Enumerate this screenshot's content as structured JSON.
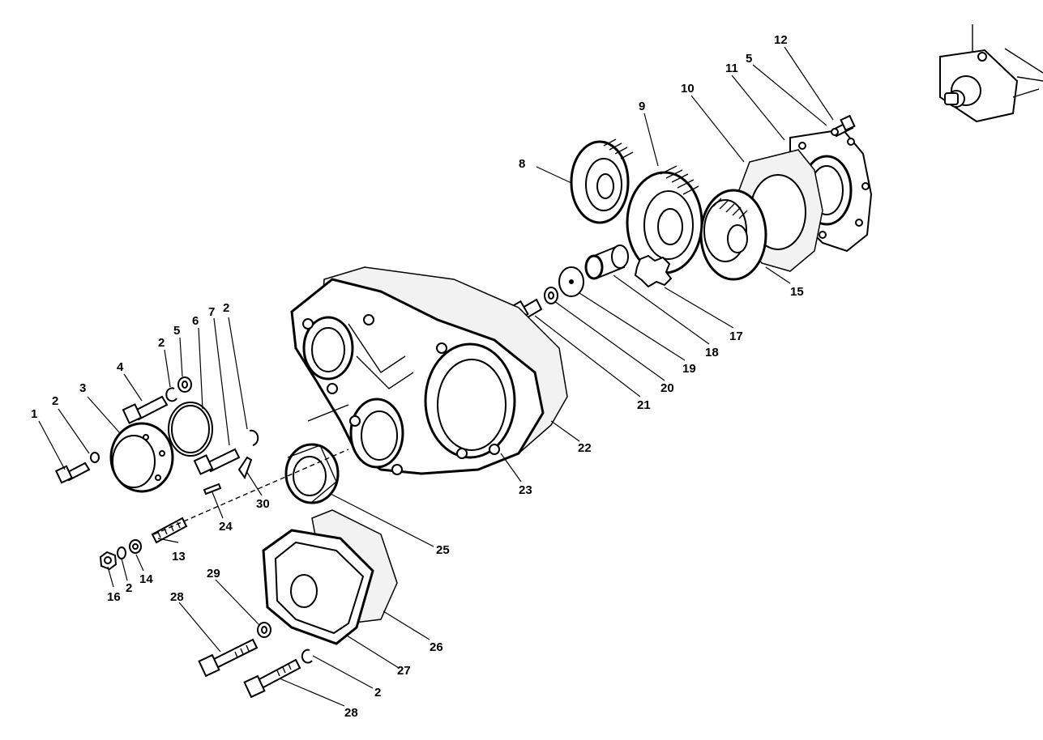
{
  "diagram": {
    "labels": [
      "1",
      "2",
      "3",
      "4",
      "2",
      "5",
      "6",
      "7",
      "2",
      "8",
      "9",
      "10",
      "11",
      "5",
      "12",
      "13",
      "14",
      "2",
      "16",
      "15",
      "17",
      "18",
      "19",
      "20",
      "21",
      "22",
      "23",
      "24",
      "30",
      "25",
      "26",
      "27",
      "28",
      "29",
      "2",
      "28"
    ]
  }
}
